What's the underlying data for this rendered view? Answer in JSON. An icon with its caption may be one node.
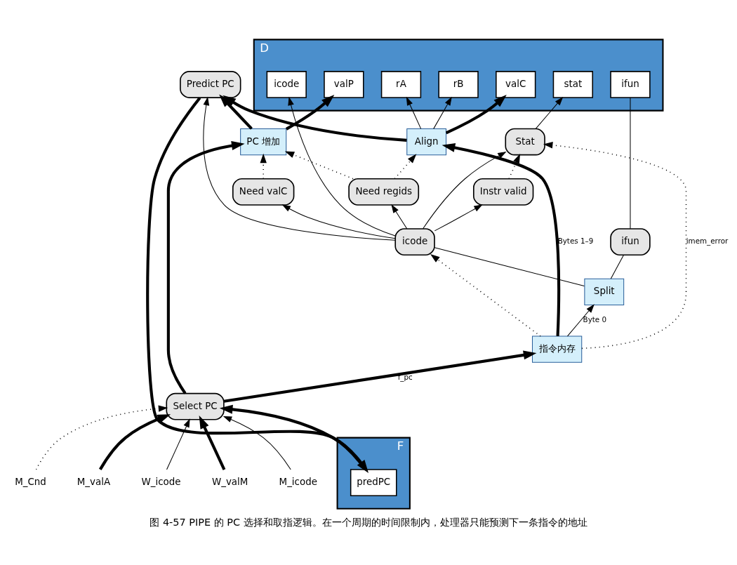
{
  "diagram": {
    "caption": "图 4-57 PIPE 的 PC 选择和取指逻辑。在一个周期的时间限制内，处理器只能预测下一条指令的地址",
    "nodes": [
      {
        "text": [
          "D"
        ]
      },
      {
        "text": [
          "stat"
        ],
        "in": 0
      },
      {
        "text": [
          "icode"
        ],
        "in": 0
      },
      {
        "text": [
          "ifun"
        ],
        "in": 0
      },
      {
        "text": [
          "rA"
        ],
        "in": 0
      },
      {
        "text": [
          "rB"
        ],
        "in": 0
      },
      {
        "text": [
          "valC"
        ],
        "in": 0
      },
      {
        "text": [
          "valP"
        ],
        "in": 0
      },
      {
        "text": [
          "Stat"
        ]
      },
      {
        "text": [
          "Instr valid"
        ]
      },
      {
        "text": [
          "Need valC"
        ]
      },
      {
        "text": [
          "Need regids"
        ]
      },
      {
        "text": [
          "PC 增加"
        ]
      },
      {
        "text": [
          "Predict PC"
        ]
      },
      {
        "text": [
          "icode"
        ]
      },
      {
        "text": [
          "ifun"
        ]
      },
      {
        "text": [
          "Split"
        ]
      },
      {
        "text": [
          "Align"
        ]
      },
      {
        "text": [
          "指令内存"
        ]
      },
      {
        "text": [
          "Select PC"
        ]
      },
      {
        "text": [
          "F"
        ]
      },
      {
        "text": [
          "predPC"
        ],
        "in": 20
      },
      {
        "text": [
          "M_icode"
        ]
      },
      {
        "text": [
          "M_Cnd"
        ]
      },
      {
        "text": [
          "M_valA"
        ]
      },
      {
        "text": [
          "W_icode"
        ]
      },
      {
        "text": [
          "W_valM"
        ]
      }
    ],
    "edges": [
      {
        "from": 8,
        "to": 1,
        "arrow": "to"
      },
      {
        "from": 14,
        "to": 2,
        "arrow": "to"
      },
      {
        "from": 15,
        "to": 3,
        "arrow": "none"
      },
      {
        "from": 17,
        "to": 4,
        "arrow": "to"
      },
      {
        "from": 17,
        "to": 5,
        "arrow": "to"
      },
      {
        "from": 17,
        "to": 6,
        "arrow": "to",
        "style": "thick"
      },
      {
        "from": 12,
        "to": 7,
        "arrow": "to",
        "style": "thick"
      },
      {
        "from": 14,
        "to": 13,
        "arrow": "to"
      },
      {
        "from": 14,
        "to": 8,
        "arrow": "to"
      },
      {
        "from": 17,
        "to": 13,
        "arrow": "to",
        "style": "thick"
      },
      {
        "from": 12,
        "to": 13,
        "arrow": "to",
        "style": "thick"
      },
      {
        "from": 14,
        "to": 10,
        "arrow": "to"
      },
      {
        "from": 14,
        "to": 9,
        "arrow": "to"
      },
      {
        "from": 14,
        "to": 11,
        "arrow": "to"
      },
      {
        "from": 9,
        "to": 8,
        "arrow": "to",
        "style": "dashed"
      },
      {
        "from": 18,
        "to": 8,
        "arrow": "to",
        "style": "dashed",
        "label": "imem_error"
      },
      {
        "from": 18,
        "to": 14,
        "arrow": "to",
        "style": "dashed"
      },
      {
        "from": 10,
        "to": 12,
        "arrow": "to",
        "style": "dashed"
      },
      {
        "from": 11,
        "to": 12,
        "arrow": "to",
        "style": "dashed"
      },
      {
        "from": 11,
        "to": 17,
        "arrow": "to",
        "style": "dashed"
      },
      {
        "from": 16,
        "to": 14,
        "arrow": "none"
      },
      {
        "from": 16,
        "to": 15,
        "arrow": "none"
      },
      {
        "from": 18,
        "to": 16,
        "arrow": "to",
        "label": "Byte 0"
      },
      {
        "from": 18,
        "to": 17,
        "arrow": "to",
        "style": "thick",
        "label": "Bytes 1–9"
      },
      {
        "from": 19,
        "to": 18,
        "arrow": "to",
        "style": "thick",
        "label": "f_pc"
      },
      {
        "from": 19,
        "to": 12,
        "arrow": "to",
        "style": "thick"
      },
      {
        "from": 13,
        "to": 21,
        "arrow": "to",
        "style": "thick"
      },
      {
        "from": 21,
        "to": 19,
        "arrow": "to",
        "style": "thick"
      },
      {
        "from": 22,
        "to": 19,
        "arrow": "to"
      },
      {
        "from": 23,
        "to": 19,
        "arrow": "to",
        "style": "dashed"
      },
      {
        "from": 24,
        "to": 19,
        "arrow": "to",
        "style": "thick"
      },
      {
        "from": 25,
        "to": 19,
        "arrow": "to"
      },
      {
        "from": 26,
        "to": 19,
        "arrow": "to",
        "style": "thick"
      }
    ]
  }
}
